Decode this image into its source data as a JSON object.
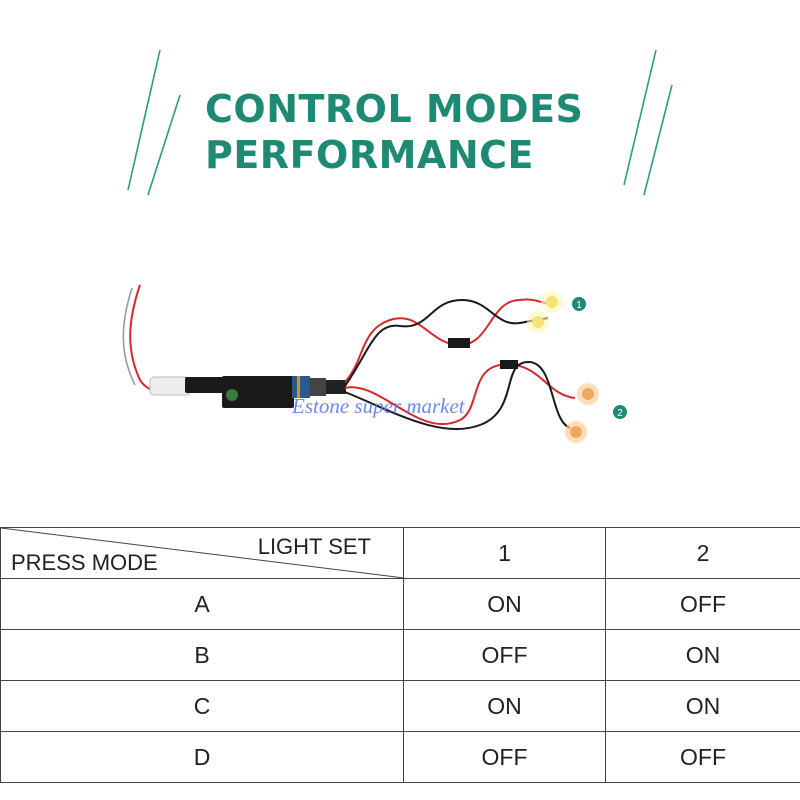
{
  "header": {
    "title_line1": "CONTROL MODES",
    "title_line2": "PERFORMANCE"
  },
  "image": {
    "watermark": "Estone super market",
    "badge_1": "1",
    "badge_2": "2"
  },
  "table": {
    "corner_top": "LIGHT SET",
    "corner_bottom": "PRESS MODE",
    "columns": [
      "1",
      "2"
    ],
    "rows": [
      {
        "mode": "A",
        "set1": "ON",
        "set2": "OFF"
      },
      {
        "mode": "B",
        "set1": "OFF",
        "set2": "ON"
      },
      {
        "mode": "C",
        "set1": "ON",
        "set2": "ON"
      },
      {
        "mode": "D",
        "set1": "OFF",
        "set2": "OFF"
      }
    ]
  },
  "colors": {
    "title": "#1e8a73",
    "accent_line": "#2a9d80",
    "watermark": "#5c7cf0",
    "wire_red": "#d42a2a",
    "wire_black": "#1a1a1a"
  }
}
